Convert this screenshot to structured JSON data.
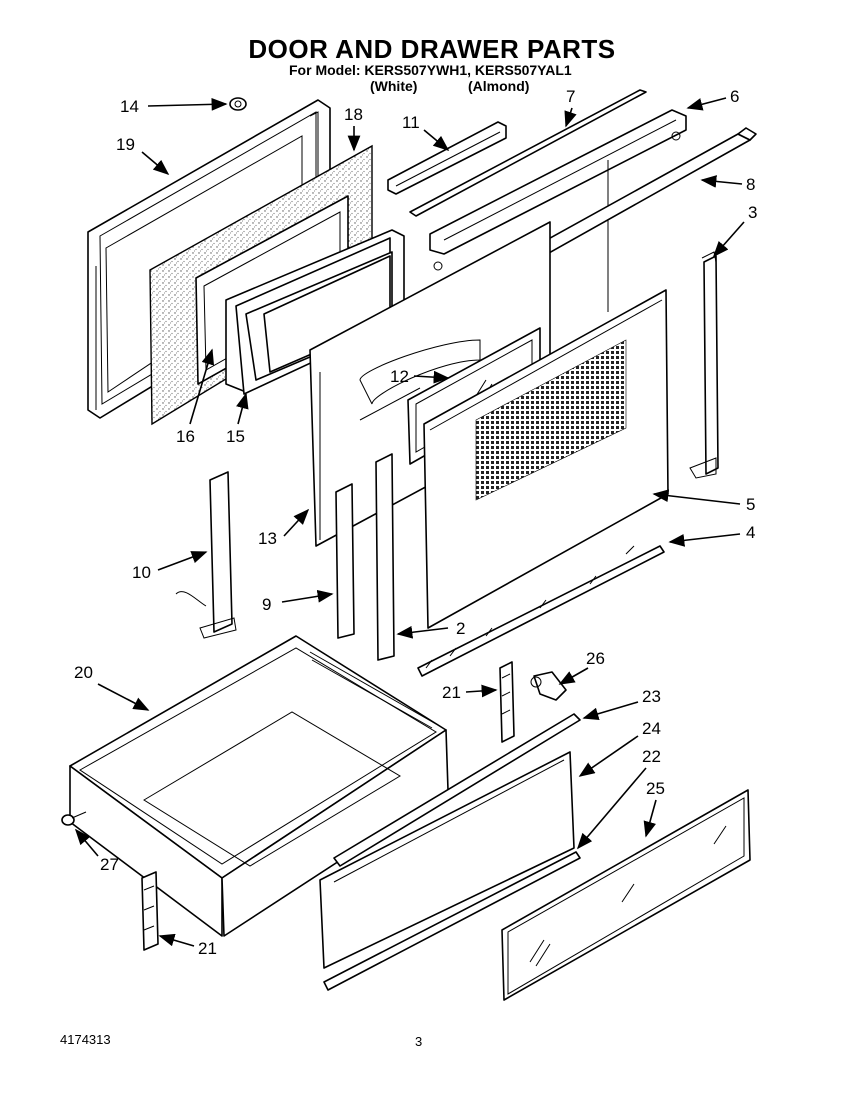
{
  "title": "DOOR AND DRAWER PARTS",
  "model_line": "For Model: KERS507YWH1, KERS507YAL1",
  "variants": {
    "white": "(White)",
    "almond": "(Almond)"
  },
  "footer": {
    "doc_number": "4174313",
    "page_number": "3"
  },
  "callouts": [
    "14",
    "19",
    "18",
    "11",
    "7",
    "6",
    "8",
    "3",
    "16",
    "15",
    "12",
    "13",
    "5",
    "4",
    "10",
    "9",
    "2",
    "20",
    "21",
    "26",
    "23",
    "24",
    "22",
    "25",
    "27",
    "21"
  ]
}
